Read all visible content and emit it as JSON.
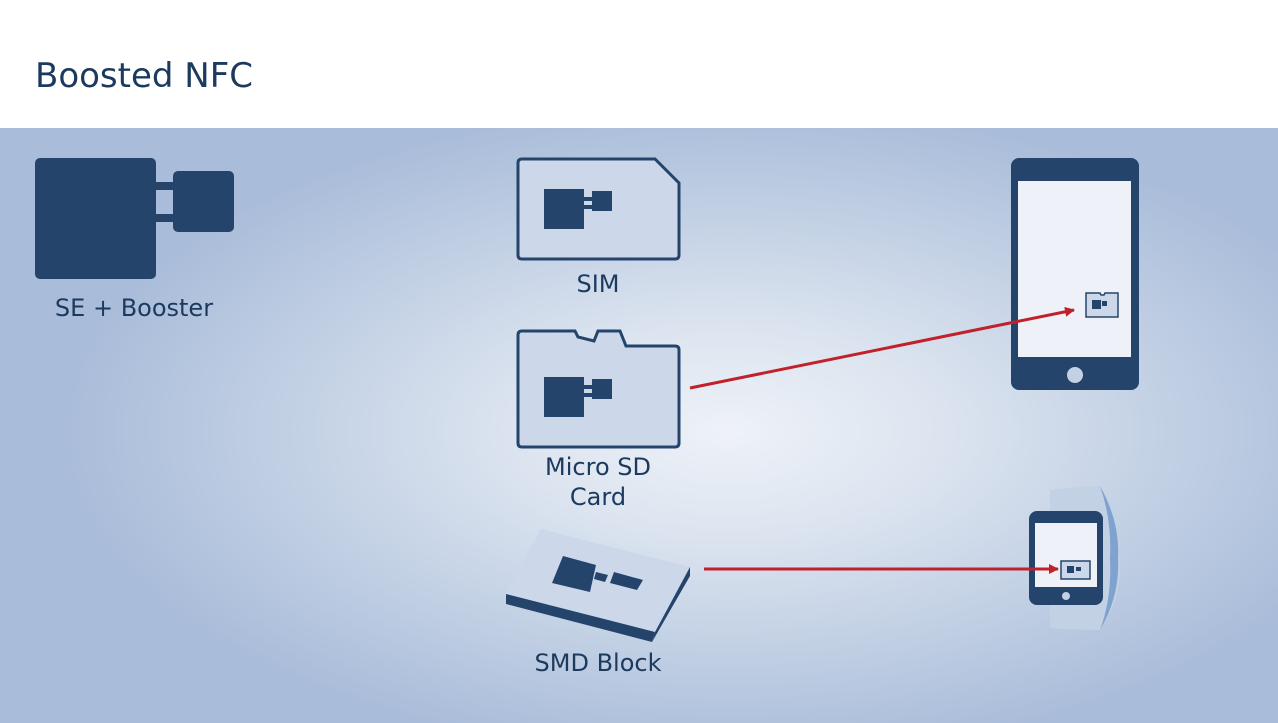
{
  "slide": {
    "title": "Boosted NFC"
  },
  "labels": {
    "se_booster": "SE + Booster",
    "sim": "SIM",
    "microsd_line1": "Micro SD",
    "microsd_line2": "Card",
    "smd_block": "SMD Block"
  },
  "colors": {
    "dark_navy": "#24446b",
    "card_fill": "#ccd8ea",
    "arrow_red": "#c0212b",
    "text": "#1b3a5e"
  },
  "icons": [
    "chip-icon",
    "sim-card-icon",
    "microsd-card-icon",
    "smd-block-icon",
    "smartphone-icon",
    "smartwatch-icon"
  ]
}
